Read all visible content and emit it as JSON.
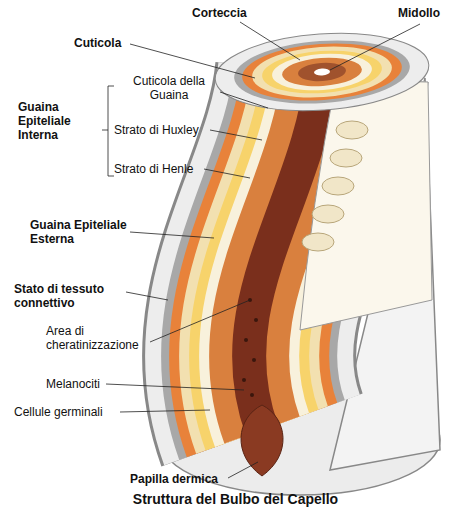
{
  "diagram": {
    "caption": "Struttura del Bulbo del Capello",
    "labels": [
      "Corteccia",
      "Midollo",
      "Cuticola",
      "Cuticola della Guaina",
      "Guaina Epiteliale Interna",
      "Strato di Huxley",
      "Strato di Henle",
      "Guaina Epiteliale Esterna",
      "Stato di tessuto connettivo",
      "Area di cheratinizzazione",
      "Melanociti",
      "Cellule germinali",
      "Papilla dermica"
    ]
  }
}
